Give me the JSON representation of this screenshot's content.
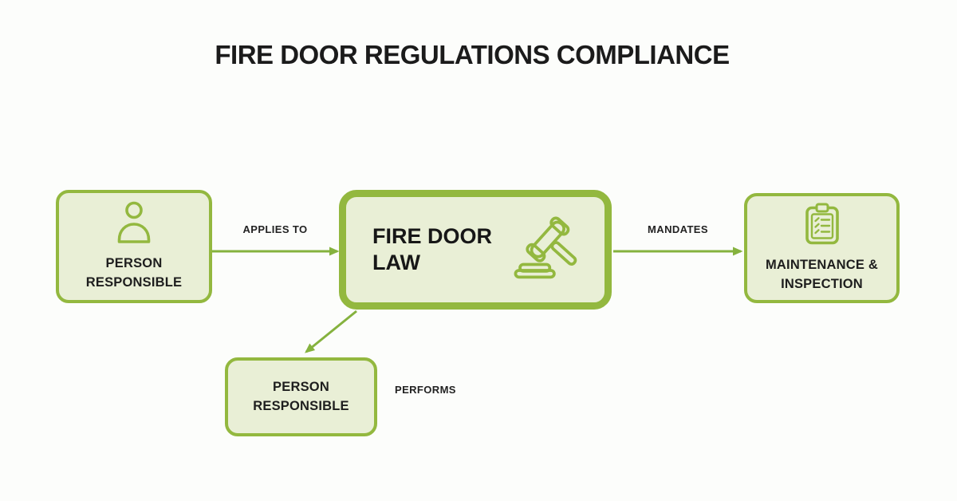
{
  "title": "FIRE DOOR REGULATIONS COMPLIANCE",
  "colors": {
    "background": "#fcfdfb",
    "box_fill": "#e9efd6",
    "green": "#93b83f",
    "arrow": "#85b23e",
    "text": "#1e1e1e"
  },
  "nodes": {
    "person_top": {
      "line1": "PERSON",
      "line2": "RESPONSIBLE",
      "icon": "person-icon"
    },
    "law": {
      "line1": "FIRE DOOR",
      "line2": "LAW",
      "icon": "gavel-icon"
    },
    "maintenance": {
      "line1": "MAINTENANCE &",
      "line2": "INSPECTION",
      "icon": "clipboard-icon"
    },
    "person_bottom": {
      "line1": "PERSON",
      "line2": "RESPONSIBLE"
    }
  },
  "edges": {
    "applies_to": "APPLIES TO",
    "mandates": "MANDATES",
    "performs": "PERFORMS"
  }
}
